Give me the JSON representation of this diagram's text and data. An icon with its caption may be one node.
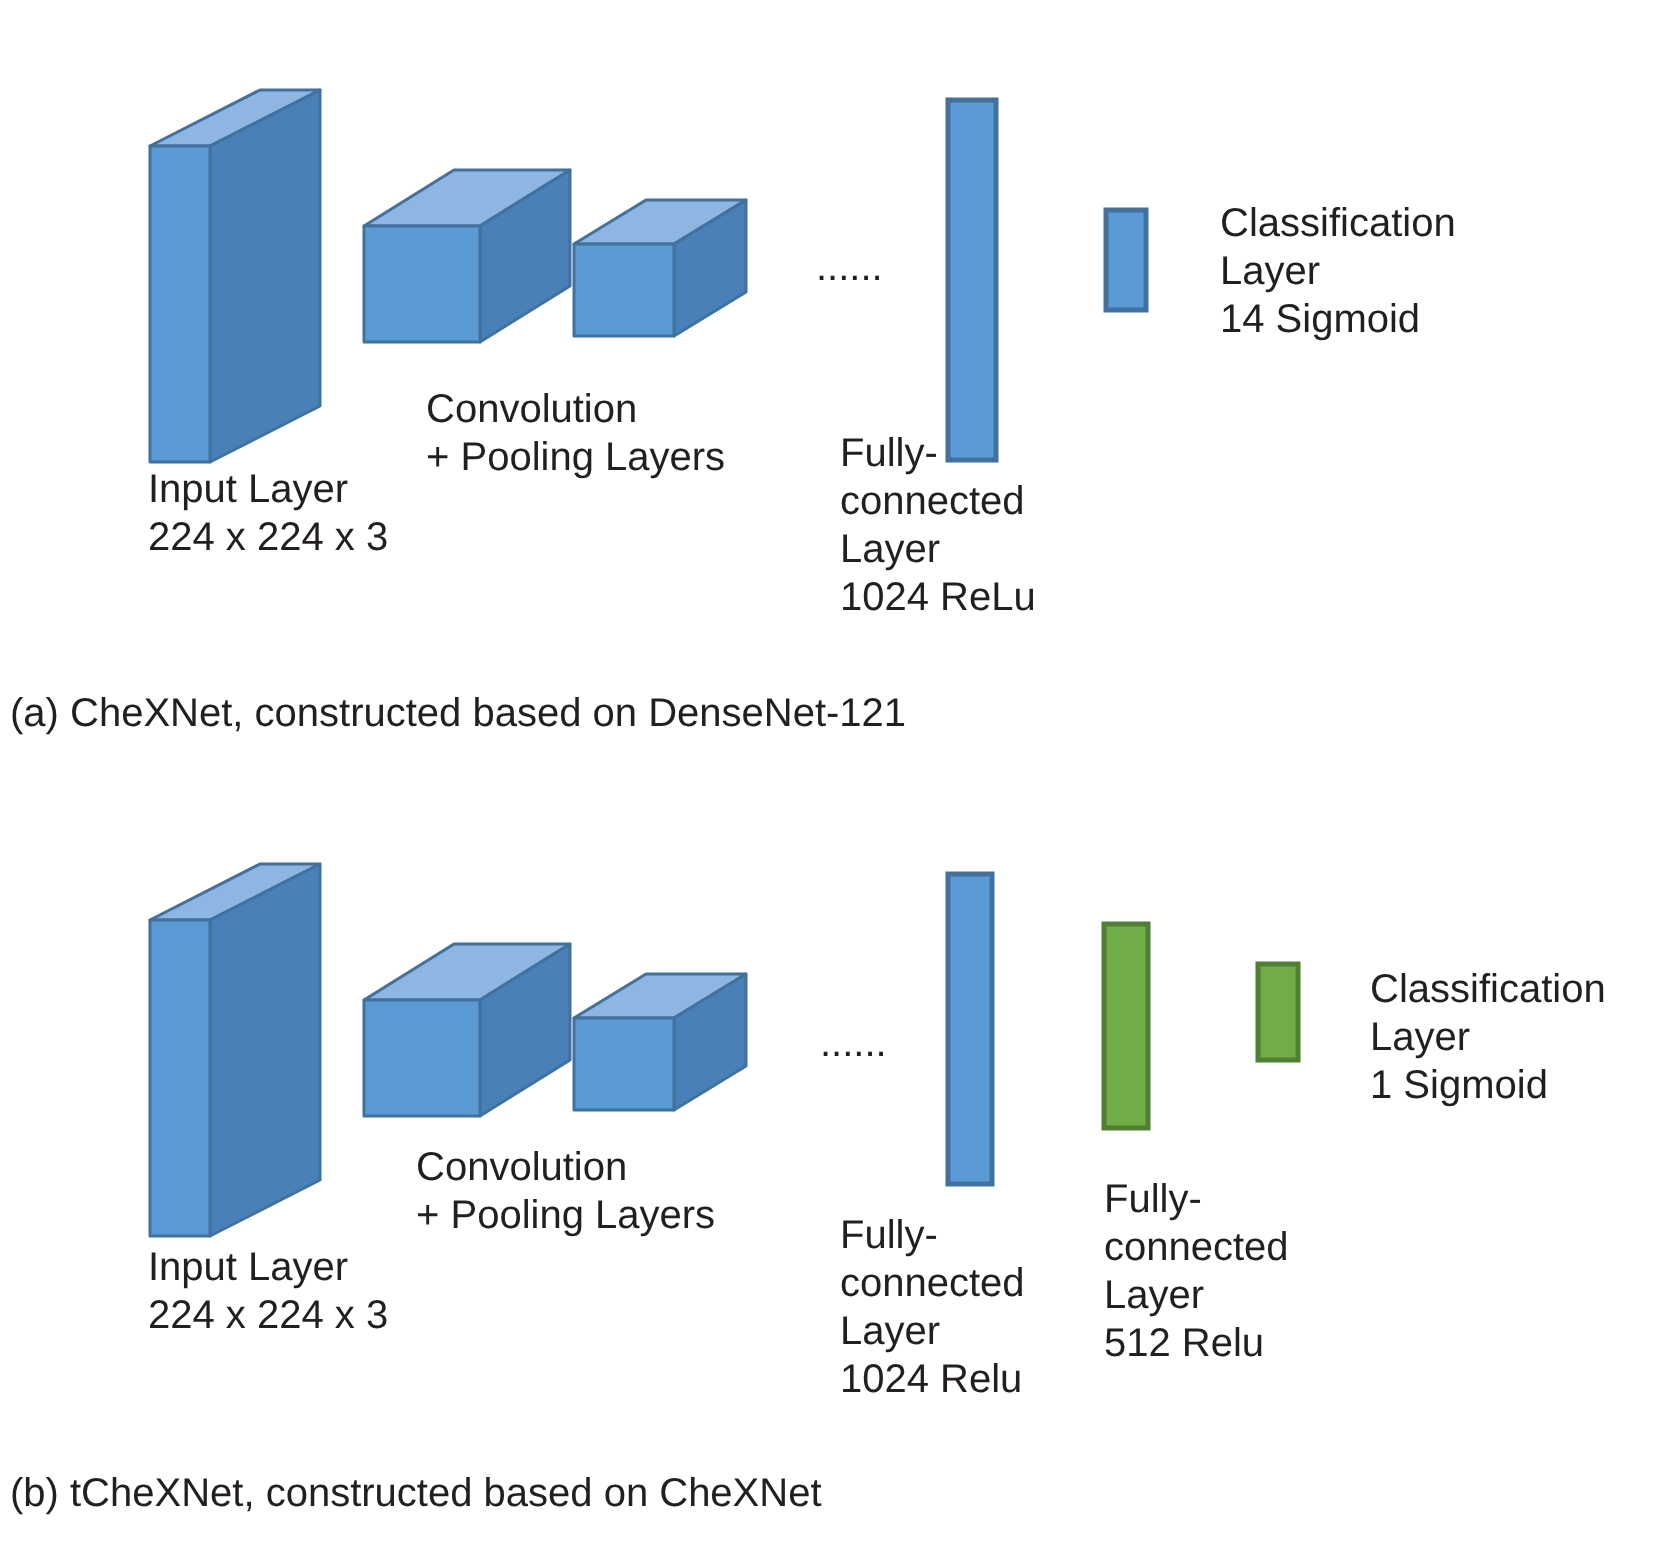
{
  "diagram": {
    "labels": [
      "Classification Layer 14 Sigmoid",
      "......",
      "Convolution + Pooling Layers",
      "Input Layer 224 x 224 x 3",
      "Fully- connected Layer 1024 ReLu",
      "(a) CheXNet, constructed based on DenseNet-121",
      "Classification Layer 1 Sigmoid",
      "......",
      "Convolution + Pooling Layers",
      "Fully- connected Layer 512 Relu",
      "Input Layer 224 x 224 x 3",
      "Fully- connected Layer 1024 Relu",
      "(b) tCheXNet, constructed based on CheXNet"
    ]
  }
}
